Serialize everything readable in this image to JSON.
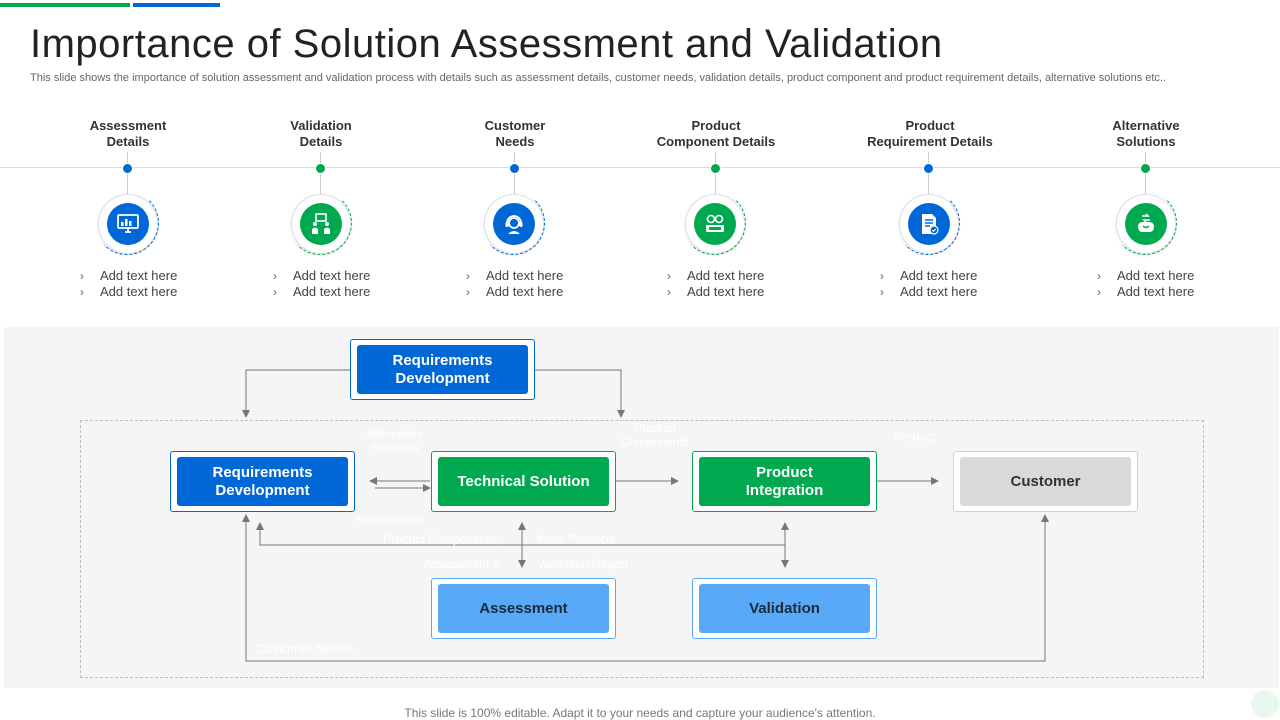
{
  "colors": {
    "accent_green": "#00a94f",
    "accent_blue": "#0068d6",
    "light_blue": "#58aaf8",
    "gray_box": "#d9d9d9"
  },
  "header": {
    "title": "Importance of Solution Assessment and Validation",
    "subtitle": "This slide shows the importance of solution assessment and validation process with details such as assessment details, customer needs, validation details, product component and product requirement details, alternative solutions etc.."
  },
  "columns": [
    {
      "title": "Assessment\nDetails",
      "icon": "monitor-chart-icon",
      "color": "blue",
      "bullets": [
        "Add text here",
        "Add text here"
      ]
    },
    {
      "title": "Validation\nDetails",
      "icon": "presentation-people-icon",
      "color": "green",
      "bullets": [
        "Add text here",
        "Add text here"
      ]
    },
    {
      "title": "Customer\nNeeds",
      "icon": "customer-headset-icon",
      "color": "blue",
      "bullets": [
        "Add text here",
        "Add text here"
      ]
    },
    {
      "title": "Product\nComponent Details",
      "icon": "product-component-icon",
      "color": "green",
      "bullets": [
        "Add text here",
        "Add text here"
      ]
    },
    {
      "title": "Product\nRequirement Details",
      "icon": "document-check-icon",
      "color": "blue",
      "bullets": [
        "Add text here",
        "Add text here"
      ]
    },
    {
      "title": "Alternative\nSolutions",
      "icon": "brain-arrows-icon",
      "color": "green",
      "bullets": [
        "Add text here",
        "Add text here"
      ]
    }
  ],
  "diagram": {
    "boxes": {
      "req_top": "Requirements\nDevelopment",
      "req_left": "Requirements\nDevelopment",
      "technical": "Technical Solution",
      "integration": "Product\nIntegration",
      "customer": "Customer",
      "assessment": "Assessment",
      "validation": "Validation"
    },
    "flow_labels": {
      "alternative_solutions": "Alternative\nSolutions",
      "product_components": "Product\nComponents",
      "product": "Product",
      "requirements": "Requirements",
      "product_components_work": "Product Components,",
      "work_products": "Work Products",
      "assessment_report": "Assessment &",
      "validation_report": "Validation Report",
      "customer_needs": "Customer Needs"
    }
  },
  "footer": "This slide is 100% editable. Adapt it to your needs and capture your audience's attention."
}
